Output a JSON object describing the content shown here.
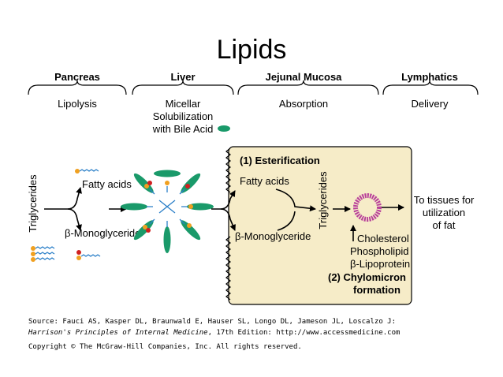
{
  "title": "Lipids",
  "sections": [
    {
      "name": "Pancreas",
      "process": [
        "Lipolysis"
      ]
    },
    {
      "name": "Liver",
      "process": [
        "Micellar",
        "Solubilization",
        "with Bile Acid"
      ]
    },
    {
      "name": "Jejunal Mucosa",
      "process": [
        "Absorption"
      ]
    },
    {
      "name": "Lymphatics",
      "process": [
        "Delivery"
      ]
    }
  ],
  "labels": {
    "triglycerides": "Triglycerides",
    "fatty_acids": "Fatty acids",
    "monoglyceride": "β-Monoglyceride",
    "esterification": "(1) Esterification",
    "cholesterol": "Cholesterol",
    "phospholipid": "Phospholipid",
    "lipoprotein": "β-Lipoprotein",
    "chylomicron_1": "(2) Chylomicron",
    "chylomicron_2": "formation",
    "delivery": [
      "To tissues for",
      "utilization",
      "of fat"
    ]
  },
  "source": {
    "line1": "Source: Fauci AS, Kasper DL, Braunwald E, Hauser SL, Longo DL, Jameson JL, Loscalzo J:",
    "book": "Harrison's Principles of Internal Medicine",
    "line2_rest": ", 17th Edition: http://www.accessmedicine.com",
    "copyright": "Copyright © The McGraw-Hill Companies, Inc. All rights reserved."
  },
  "colors": {
    "cell_fill": "#f6ecc8",
    "bile_acid": "#1a9a6a",
    "chylomicron": "#b8409a",
    "glycerol": "#f0a020",
    "fatty_tail": "#2a7fc8",
    "red_head": "#d02020"
  }
}
